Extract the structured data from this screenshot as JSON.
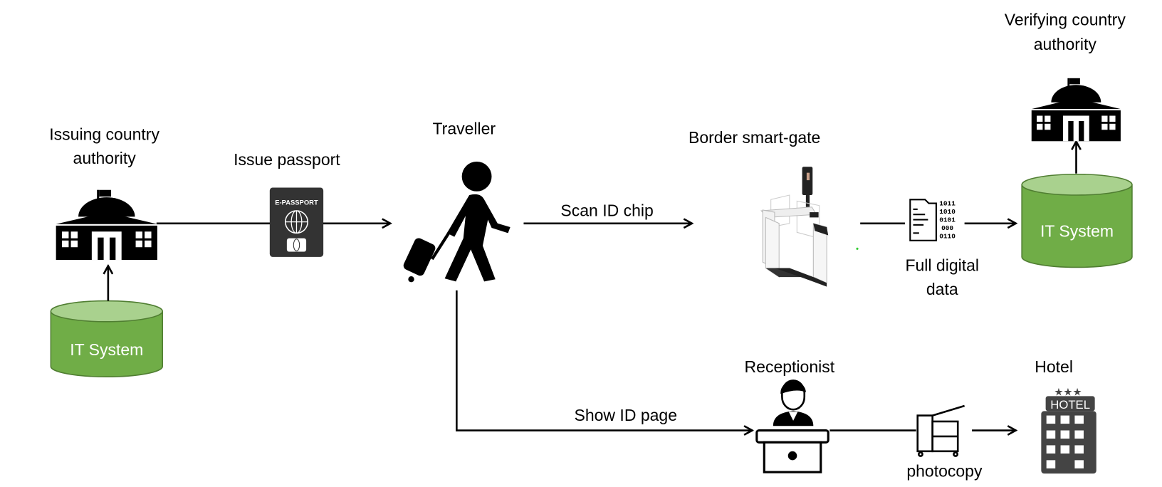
{
  "nodes": {
    "issuing_authority": {
      "label_line1": "Issuing country",
      "label_line2": "authority",
      "icon": "government-building-icon"
    },
    "issuing_it_system": {
      "label": "IT System",
      "icon": "database-cylinder-icon"
    },
    "passport": {
      "label": "Issue passport",
      "cover_text": "E-PASSPORT",
      "icon": "e-passport-icon"
    },
    "traveller": {
      "label": "Traveller",
      "icon": "traveller-with-luggage-icon"
    },
    "smart_gate": {
      "label": "Border smart-gate",
      "icon": "smart-gate-icon"
    },
    "digital_data": {
      "label_line1": "Full digital",
      "label_line2": "data",
      "icon": "binary-document-icon"
    },
    "verifying_it_system": {
      "label": "IT System",
      "icon": "database-cylinder-icon"
    },
    "verifying_authority": {
      "label_line1": "Verifying country",
      "label_line2": "authority",
      "icon": "government-building-icon"
    },
    "receptionist": {
      "label": "Receptionist",
      "icon": "receptionist-desk-icon"
    },
    "photocopy": {
      "label": "photocopy",
      "icon": "photocopier-icon"
    },
    "hotel": {
      "label": "Hotel",
      "sign_text": "HOTEL",
      "icon": "hotel-building-icon"
    }
  },
  "edges": {
    "scan": {
      "label": "Scan ID chip"
    },
    "show": {
      "label": "Show ID page"
    }
  },
  "colors": {
    "cylinder_fill": "#70AD47",
    "cylinder_top": "#A9D18E",
    "cylinder_stroke": "#507E32",
    "icon_dark": "#333333"
  }
}
